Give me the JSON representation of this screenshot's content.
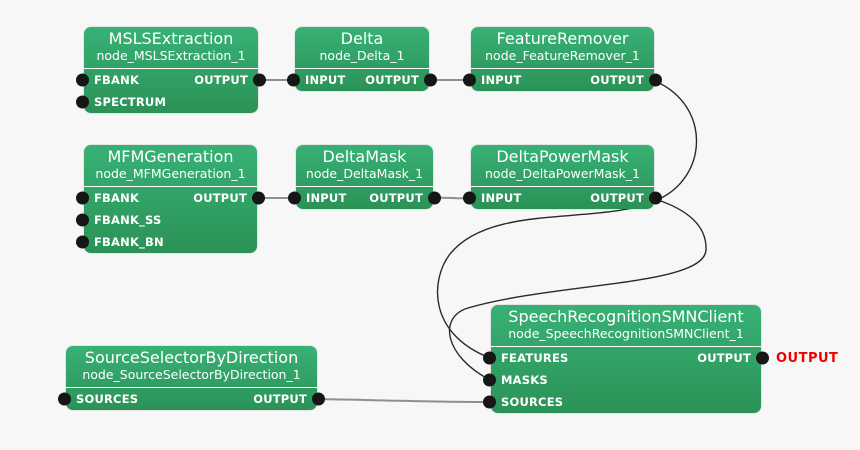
{
  "palette": {
    "background": "#f7f7f7",
    "node_gradient_top": "#38b175",
    "node_gradient_bottom": "#2b9257",
    "node_text": "#ffffff",
    "port_dot": "#161616",
    "wire_curve": "#2a2a2a",
    "wire_straight": "#8f8f8f",
    "terminal_red": "#ee0000"
  },
  "nodes": [
    {
      "title": "MSLSExtraction",
      "id": "node_MSLSExtraction_1",
      "rows": [
        {
          "left": "FBANK",
          "right": "OUTPUT"
        },
        {
          "left": "SPECTRUM",
          "right": ""
        }
      ]
    },
    {
      "title": "Delta",
      "id": "node_Delta_1",
      "rows": [
        {
          "left": "INPUT",
          "right": "OUTPUT"
        }
      ]
    },
    {
      "title": "FeatureRemover",
      "id": "node_FeatureRemover_1",
      "rows": [
        {
          "left": "INPUT",
          "right": "OUTPUT"
        }
      ]
    },
    {
      "title": "MFMGeneration",
      "id": "node_MFMGeneration_1",
      "rows": [
        {
          "left": "FBANK",
          "right": "OUTPUT"
        },
        {
          "left": "FBANK_SS",
          "right": ""
        },
        {
          "left": "FBANK_BN",
          "right": ""
        }
      ]
    },
    {
      "title": "DeltaMask",
      "id": "node_DeltaMask_1",
      "rows": [
        {
          "left": "INPUT",
          "right": "OUTPUT"
        }
      ]
    },
    {
      "title": "DeltaPowerMask",
      "id": "node_DeltaPowerMask_1",
      "rows": [
        {
          "left": "INPUT",
          "right": "OUTPUT"
        }
      ]
    },
    {
      "title": "SpeechRecognitionSMNClient",
      "id": "node_SpeechRecognitionSMNClient_1",
      "rows": [
        {
          "left": "FEATURES",
          "right": "OUTPUT"
        },
        {
          "left": "MASKS",
          "right": ""
        },
        {
          "left": "SOURCES",
          "right": ""
        }
      ]
    },
    {
      "title": "SourceSelectorByDirection",
      "id": "node_SourceSelectorByDirection_1",
      "rows": [
        {
          "left": "SOURCES",
          "right": "OUTPUT"
        }
      ]
    }
  ],
  "terminal": {
    "label": "OUTPUT"
  },
  "connections": [
    {
      "from": "node_MSLSExtraction_1.OUTPUT",
      "to": "node_Delta_1.INPUT"
    },
    {
      "from": "node_Delta_1.OUTPUT",
      "to": "node_FeatureRemover_1.INPUT"
    },
    {
      "from": "node_FeatureRemover_1.OUTPUT",
      "to": "node_SpeechRecognitionSMNClient_1.FEATURES"
    },
    {
      "from": "node_MFMGeneration_1.OUTPUT",
      "to": "node_DeltaMask_1.INPUT"
    },
    {
      "from": "node_DeltaMask_1.OUTPUT",
      "to": "node_DeltaPowerMask_1.INPUT"
    },
    {
      "from": "node_DeltaPowerMask_1.OUTPUT",
      "to": "node_SpeechRecognitionSMNClient_1.MASKS"
    },
    {
      "from": "node_SourceSelectorByDirection_1.OUTPUT",
      "to": "node_SpeechRecognitionSMNClient_1.SOURCES"
    },
    {
      "from": "node_SpeechRecognitionSMNClient_1.OUTPUT",
      "to": "OUTPUT"
    }
  ]
}
